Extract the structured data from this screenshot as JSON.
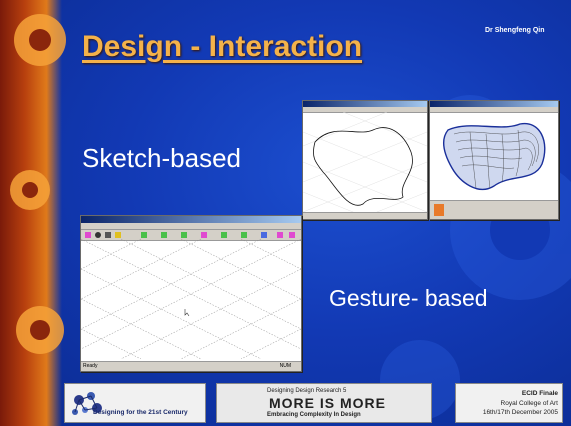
{
  "slide": {
    "title": "Design - Interaction",
    "author": "Dr Shengfeng Qin",
    "label_sketch": "Sketch-based",
    "label_gesture": "Gesture- based"
  },
  "footer": {
    "left_caption": "Designing for the 21st Century",
    "center_top": "Designing Design Research 5",
    "center_main": "MORE IS MORE",
    "center_sub": "Embracing Complexity In Design",
    "right_line1": "ECID Finale",
    "right_line2": "Royal College of Art",
    "right_line3": "16th/17th December 2005"
  },
  "status": {
    "ready": "Ready",
    "num": "NUM"
  },
  "colors": {
    "title": "#f4b24a",
    "background": "#1239b4",
    "strip": "#b8400e"
  }
}
